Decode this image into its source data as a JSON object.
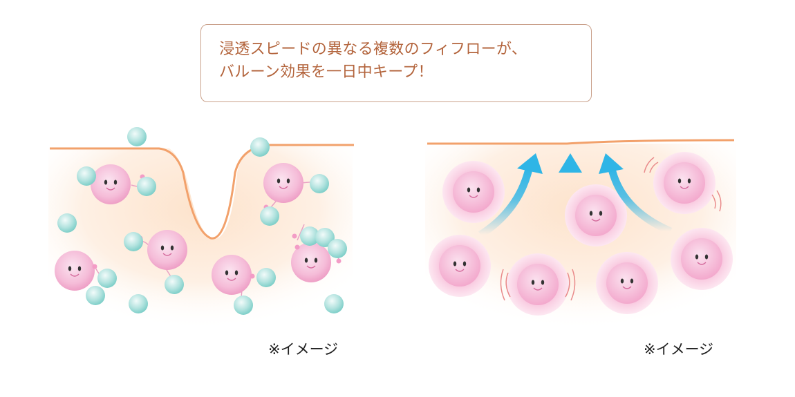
{
  "headline": {
    "line1": "浸透スピードの異なる複数のフィフローが、",
    "line2": "バルーン効果を一日中キープ！"
  },
  "left_panel": {
    "caption": "※イメージ"
  },
  "right_panel": {
    "caption": "※イメージ"
  },
  "colors": {
    "text_accent": "#b3643c",
    "surface_line": "#f2a16b",
    "pink_ball": "#f5b5d3",
    "teal_ball": "#9fdad6",
    "arrow": "#2fb5e6"
  }
}
